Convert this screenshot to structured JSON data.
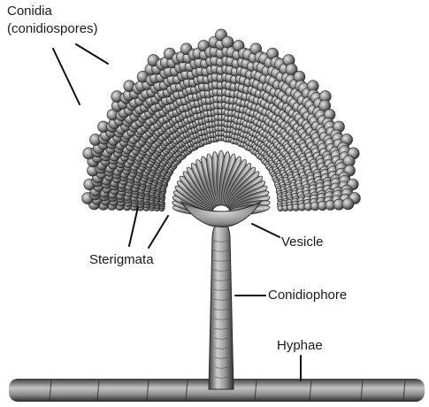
{
  "labels": {
    "conidia_line1": "Conidia",
    "conidia_line2": "(conidiospores)",
    "sterigmata": "Sterigmata",
    "vesicle": "Vesicle",
    "conidiophore": "Conidiophore",
    "hyphae": "Hyphae"
  },
  "colors": {
    "background": "#ffffff",
    "specimen_dark": "#3c3c3c",
    "specimen_mid": "#7a7a7a",
    "specimen_light": "#c9c9c9",
    "leader_line": "#111111"
  }
}
